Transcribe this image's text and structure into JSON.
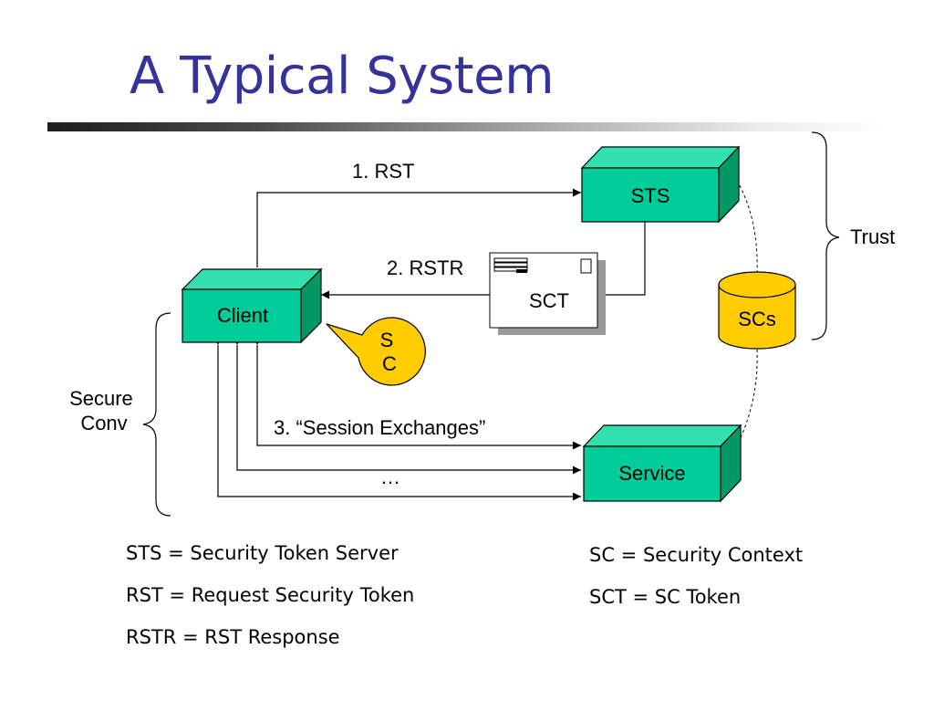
{
  "title": "A Typical System",
  "nodes": {
    "client": "Client",
    "sts": "STS",
    "service": "Service",
    "scs": "SCs",
    "sct": "SCT",
    "sc_callout": [
      "S",
      "C"
    ]
  },
  "arrows": {
    "rst": "1. RST",
    "rstr": "2. RSTR",
    "session": "3. “Session Exchanges”",
    "ellipsis": "…"
  },
  "braces": {
    "trust": "Trust",
    "secure_conv": [
      "Secure",
      "Conv"
    ]
  },
  "legend": {
    "left": [
      "STS = Security Token Server",
      "RST = Request Security Token",
      "RSTR = RST Response"
    ],
    "right": [
      "SC = Security Context",
      "SCT = SC Token"
    ]
  },
  "colors": {
    "title": "#333399",
    "box_front": "#00CC99",
    "box_top": "#33E0B0",
    "box_side": "#009966",
    "cylinder": "#FFCC00",
    "callout": "#FFCC00"
  }
}
